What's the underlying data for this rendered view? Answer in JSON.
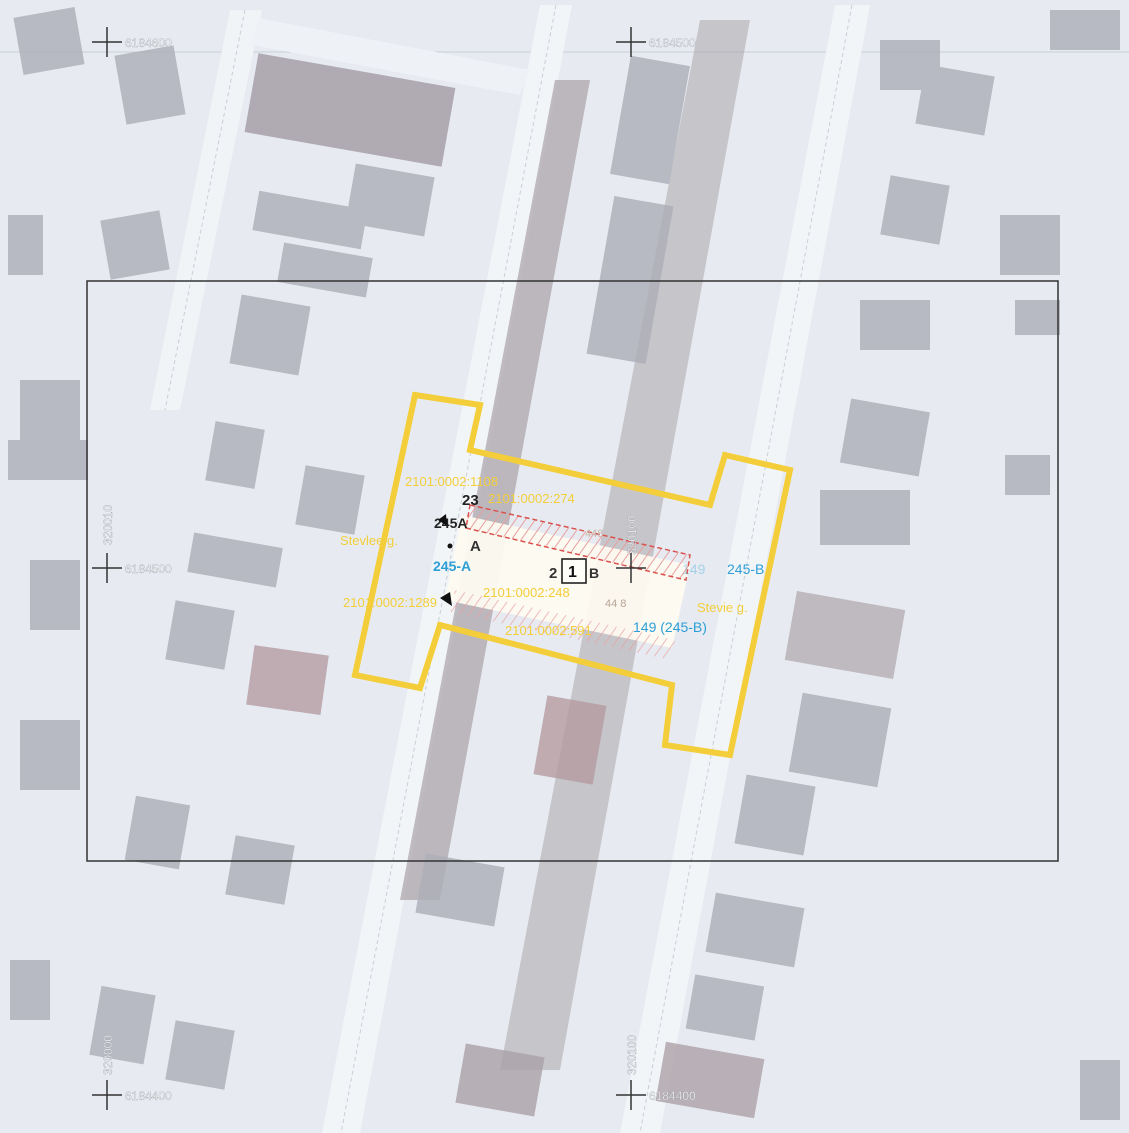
{
  "map": {
    "grid_labels": {
      "top_left": "6184600",
      "top_right": "6184500",
      "mid_left": "6184500",
      "bottom_left": "6184400",
      "bottom_right": "6184400",
      "vert_mid_left": "320010",
      "vert_bottom_left": "320000",
      "vert_bottom_right": "320100",
      "vert_mid_right": "320100"
    },
    "parcel_labels": {
      "p1": "2101:0002:1108",
      "p2": "2101:0002:274",
      "p3": "2101:0002:1289",
      "p4": "2101:0002:248",
      "p5": "2101:0002:591",
      "p6": "448",
      "p7": "44 8"
    },
    "street_labels": {
      "left": "Stevlee g.",
      "right": "Stevie g."
    },
    "area_codes": {
      "a1": "245-A",
      "a2": "245-B",
      "a3": "149 (245-B)",
      "a4": "23",
      "a5": "245A",
      "a6": "A",
      "a7": "2",
      "a8": "1",
      "a9": "B",
      "a10": "149"
    },
    "colors": {
      "highlight": "#f3ce3a",
      "code_blue": "#2e9fd6",
      "hatch_red": "#d9534f",
      "frame": "#333333"
    }
  }
}
